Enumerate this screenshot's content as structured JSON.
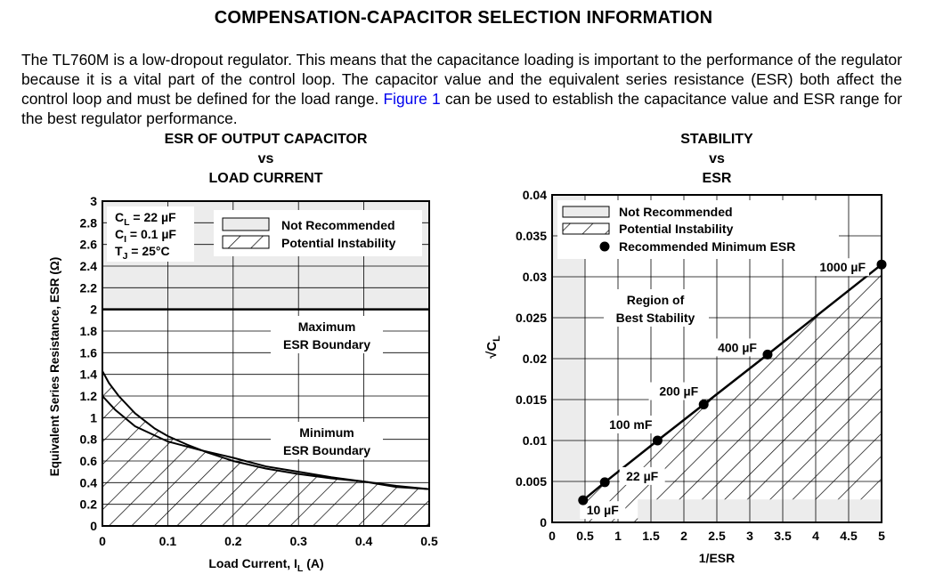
{
  "page": {
    "title": "COMPENSATION-CAPACITOR SELECTION INFORMATION",
    "intro_text": "The TL760M is a low-dropout regulator. This means that the capacitance loading is important to the performance of the regulator because it is a vital part of the control loop. The capacitor value and the equivalent series resistance (ESR) both affect the control loop and must be defined for the load range.",
    "intro_link": "Figure 1",
    "intro_tail": "can be used to establish the capacitance value and ESR range for the best regulator performance."
  },
  "colors": {
    "not_recommended_fill": "#ececec",
    "link": "#0000ee",
    "line": "#000000"
  },
  "chart_data": [
    {
      "type": "area",
      "title_lines": [
        "ESR OF OUTPUT CAPACITOR",
        "vs",
        "LOAD CURRENT"
      ],
      "xlabel": "Load Current, I",
      "xlabel_sub": "L",
      "xlabel_unit": " (A)",
      "ylabel": "Equivalent Series Resistance, ESR (Ω)",
      "xlim": [
        0,
        0.5
      ],
      "ylim": [
        0,
        3
      ],
      "x_ticks": [
        0,
        0.1,
        0.2,
        0.3,
        0.4,
        0.5
      ],
      "x_tick_labels": [
        "0",
        "0.1",
        "0.2",
        "0.3",
        "0.4",
        "0.5"
      ],
      "y_ticks": [
        0,
        0.2,
        0.4,
        0.6,
        0.8,
        1,
        1.2,
        1.4,
        1.6,
        1.8,
        2,
        2.2,
        2.4,
        2.6,
        2.8,
        3
      ],
      "y_tick_labels": [
        "0",
        "0.2",
        "0.4",
        "0.6",
        "0.8",
        "1",
        "1.2",
        "1.4",
        "1.6",
        "1.8",
        "2",
        "2.2",
        "2.4",
        "2.6",
        "2.8",
        "3"
      ],
      "grid": true,
      "maximum_esr_boundary": 2.0,
      "maximum_label": [
        "Maximum",
        "ESR Boundary"
      ],
      "minimum_label": [
        "Minimum",
        "ESR Boundary"
      ],
      "conditions": [
        {
          "main": "C",
          "sub": "L",
          "rest": " = 22 µF"
        },
        {
          "main": "C",
          "sub": "I",
          "rest": " = 0.1 µF"
        },
        {
          "main": "T",
          "sub": "J",
          "rest": " = 25°C"
        }
      ],
      "legend": [
        "Not Recommended",
        "Potential Instability"
      ],
      "legend_position": "top-right",
      "series": [
        {
          "x": [
            0,
            0.01,
            0.025,
            0.05,
            0.08,
            0.1,
            0.13,
            0.16,
            0.2,
            0.25,
            0.3,
            0.35,
            0.4,
            0.45,
            0.5
          ],
          "y": [
            1.43,
            1.32,
            1.2,
            1.04,
            0.9,
            0.83,
            0.75,
            0.68,
            0.6,
            0.53,
            0.48,
            0.44,
            0.41,
            0.37,
            0.34
          ]
        },
        {
          "x": [
            0,
            0.02,
            0.05,
            0.1,
            0.15,
            0.2,
            0.25,
            0.3,
            0.35,
            0.4,
            0.45,
            0.5
          ],
          "y": [
            1.2,
            1.07,
            0.92,
            0.78,
            0.7,
            0.63,
            0.55,
            0.5,
            0.45,
            0.41,
            0.36,
            0.34
          ]
        }
      ]
    },
    {
      "type": "scatter",
      "title_lines": [
        "STABILITY",
        "vs",
        "ESR"
      ],
      "xlabel": "1/ESR",
      "ylabel": "√C",
      "ylabel_sub": "L",
      "xlim": [
        0,
        5
      ],
      "ylim": [
        0,
        0.04
      ],
      "x_ticks": [
        0,
        0.5,
        1,
        1.5,
        2,
        2.5,
        3,
        3.5,
        4,
        4.5,
        5
      ],
      "x_tick_labels": [
        "0",
        "0.5",
        "1",
        "1.5",
        "2",
        "2.5",
        "3",
        "3.5",
        "4",
        "4.5",
        "5"
      ],
      "y_ticks": [
        0,
        0.005,
        0.01,
        0.015,
        0.02,
        0.025,
        0.03,
        0.035,
        0.04
      ],
      "y_tick_labels": [
        "0",
        "0.005",
        "0.01",
        "0.015",
        "0.02",
        "0.025",
        "0.03",
        "0.035",
        "0.04"
      ],
      "grid": true,
      "not_recommended_x_max": 0.5,
      "not_recommended_bottom_x_min": 1.3,
      "not_recommended_bottom_y_max": 0.0028,
      "region_label": [
        "Region of",
        "Best Stability"
      ],
      "legend": [
        "Not Recommended",
        "Potential Instability",
        "Recommended Minimum ESR"
      ],
      "legend_position": "top-left",
      "points": [
        {
          "x": 0.47,
          "y": 0.0027,
          "label": "10 µF"
        },
        {
          "x": 0.8,
          "y": 0.0049,
          "label": "22 µF"
        },
        {
          "x": 1.6,
          "y": 0.01,
          "label": "100 mF"
        },
        {
          "x": 2.3,
          "y": 0.0144,
          "label": "200 µF"
        },
        {
          "x": 3.27,
          "y": 0.0205,
          "label": "400 µF"
        },
        {
          "x": 5.0,
          "y": 0.0315,
          "label": "1000 µF"
        }
      ]
    }
  ]
}
